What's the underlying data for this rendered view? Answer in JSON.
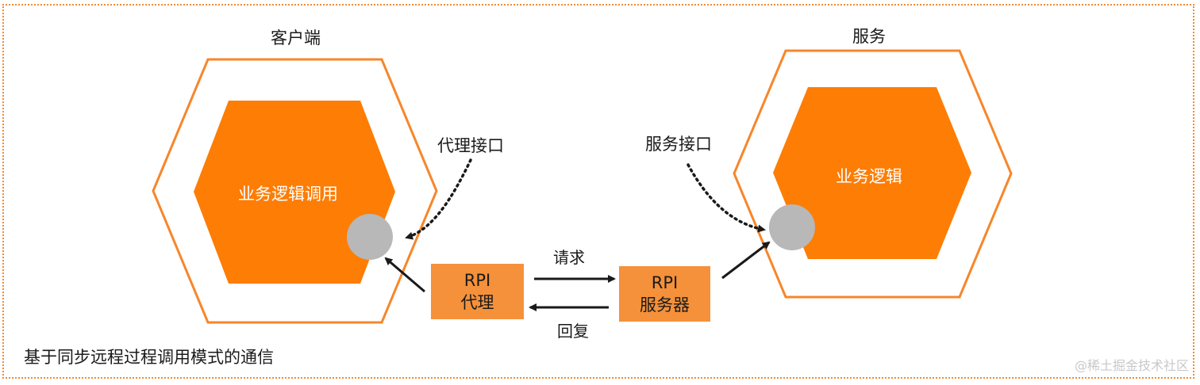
{
  "client": {
    "title": "客户端",
    "inner_label": "业务逻辑调用",
    "port_label": "代理接口"
  },
  "service": {
    "title": "服务",
    "inner_label": "业务逻辑",
    "port_label": "服务接口"
  },
  "proxy_box": {
    "line1": "RPI",
    "line2": "代理"
  },
  "server_box": {
    "line1": "RPI",
    "line2": "服务器"
  },
  "arrows": {
    "request": "请求",
    "reply": "回复"
  },
  "caption": "基于同步远程过程调用模式的通信",
  "watermark": "@稀土掘金技术社区",
  "colors": {
    "orange_fill": "#fd7d05",
    "orange_outline": "#f7862a",
    "box_fill": "#f5913a",
    "port_gray": "#b8b8b8",
    "arrow": "#1a1a1a"
  }
}
